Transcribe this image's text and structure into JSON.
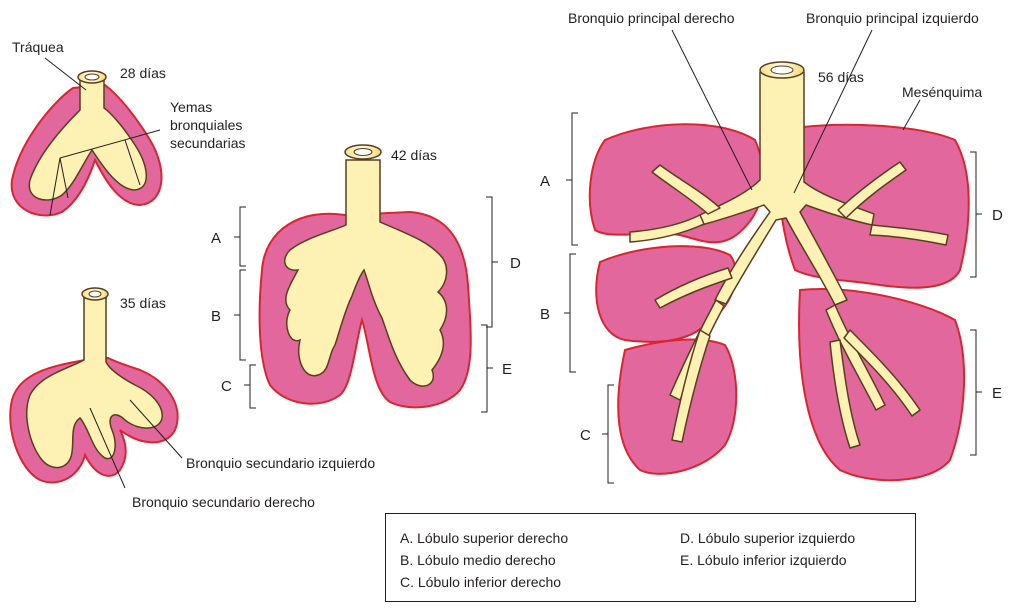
{
  "stages": {
    "d28": {
      "label": "28 días",
      "trachea": "Tráquea",
      "buds": [
        "Yemas",
        "bronquiales",
        "secundarias"
      ]
    },
    "d35": {
      "label": "35 días",
      "left_bronchus": "Bronquio secundario izquierdo",
      "right_bronchus": "Bronquio secundario derecho"
    },
    "d42": {
      "label": "42 días",
      "lobes": {
        "A": "A",
        "B": "B",
        "C": "C",
        "D": "D",
        "E": "E"
      }
    },
    "d56": {
      "label": "56 días",
      "right_main": "Bronquio principal derecho",
      "left_main": "Bronquio principal izquierdo",
      "mesenchyme": "Mesénquima",
      "lobes": {
        "A": "A",
        "B": "B",
        "C": "C",
        "D": "D",
        "E": "E"
      }
    }
  },
  "legend": {
    "A": "A.  Lóbulo superior derecho",
    "B": "B.  Lóbulo medio derecho",
    "C": "C.  Lóbulo inferior derecho",
    "D": "D.  Lóbulo superior izquierdo",
    "E": "E.  Lóbulo inferior izquierdo"
  },
  "colors": {
    "mesenchyme": "#e2679c",
    "epithelium": "#fdf2b3",
    "outline": "#5a3d1e",
    "red_rim": "#d8262f"
  }
}
